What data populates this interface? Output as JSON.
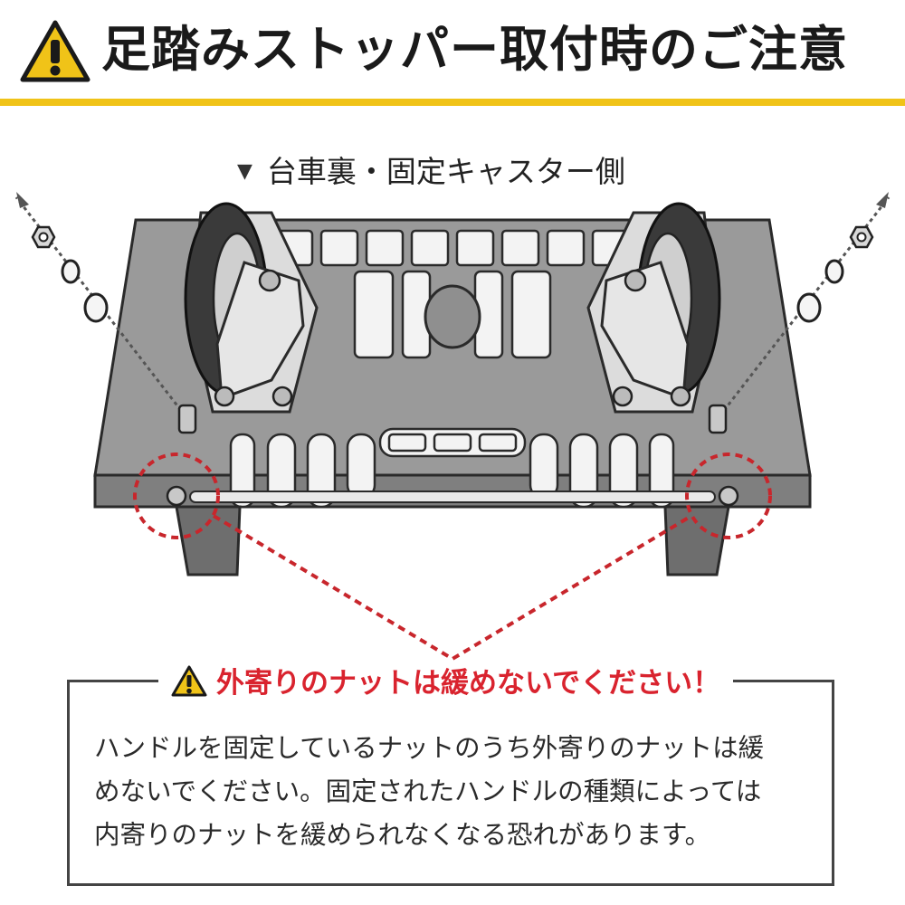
{
  "header": {
    "title": "足踏みストッパー取付時のご注意",
    "accent_color": "#f0c318",
    "icon": "warning-triangle-icon"
  },
  "illustration": {
    "subtitle_marker": "▼",
    "subtitle": "台車裏・固定キャスター側",
    "highlight_color": "#c8262c"
  },
  "notice": {
    "icon": "warning-triangle-icon",
    "heading": "外寄りのナットは緩めないでください！",
    "heading_color": "#d9232e",
    "body_lines": [
      "ハンドルを固定しているナットのうち外寄りのナットは緩",
      "めないでください。固定されたハンドルの種類によっては",
      "内寄りのナットを緩められなくなる恐れがあります。"
    ]
  }
}
